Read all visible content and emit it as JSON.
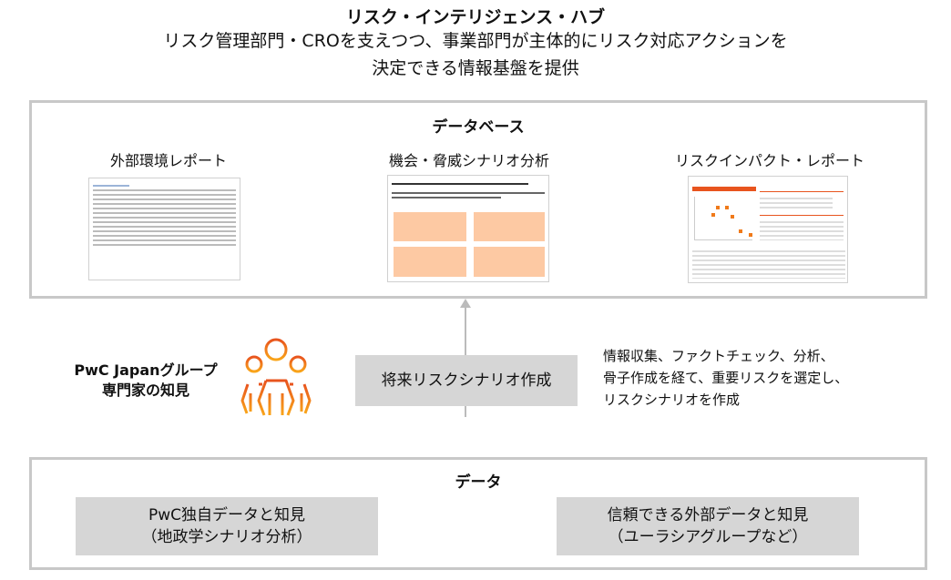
{
  "header": {
    "title": "リスク・インテリジェンス・ハブ",
    "subtitle_line1": "リスク管理部門・CROを支えつつ、事業部門が主体的にリスク対応アクションを",
    "subtitle_line2": "決定できる情報基盤を提供"
  },
  "database": {
    "title": "データベース",
    "items": [
      {
        "label": "外部環境レポート"
      },
      {
        "label": "機会・脅威シナリオ分析"
      },
      {
        "label": "リスクインパクト・レポート"
      }
    ]
  },
  "middle": {
    "experts_line1": "PwC Japanグループ",
    "experts_line2": "専門家の知見",
    "process_label": "将来リスクシナリオ作成",
    "description_line1": "情報収集、ファクトチェック、分析、",
    "description_line2": "骨子作成を経て、重要リスクを選定し、",
    "description_line3": "リスクシナリオを作成"
  },
  "data_section": {
    "title": "データ",
    "left_line1": "PwC独自データと知見",
    "left_line2": "（地政学シナリオ分析）",
    "right_line1": "信頼できる外部データと知見",
    "right_line2": "（ユーラシアグループなど）"
  },
  "colors": {
    "accent": "#f07a1a",
    "border": "#c8c8c8",
    "box": "#d6d6d6"
  }
}
